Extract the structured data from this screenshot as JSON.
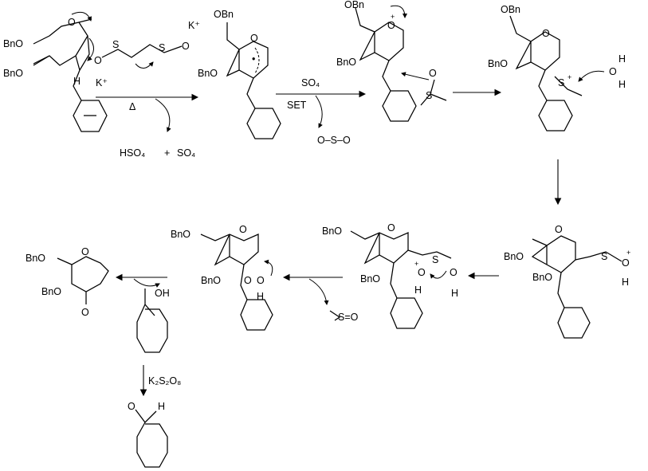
{
  "reagents": {
    "k_plus_top": "K⁺",
    "k_plus_bottom": "K⁺",
    "persulfate_left": "O",
    "persulfate_right": "O",
    "heat": "Δ",
    "byproduct_hso4": "HSO₄",
    "plus": "+",
    "byproduct_so4": "SO₄",
    "so4_radical": "SO₄",
    "set": "SET",
    "sulfate_ion": "O–S–O",
    "k2s2o8": "K₂S₂O₈"
  },
  "groups": {
    "bno": "BnO",
    "obn": "OBn",
    "o": "O",
    "oh": "OH",
    "h": "H",
    "s": "S",
    "se": "S=O",
    "ketone_o": "O",
    "aldehyde_h": "H"
  },
  "charges": {
    "plus": "+",
    "minus": "−"
  }
}
